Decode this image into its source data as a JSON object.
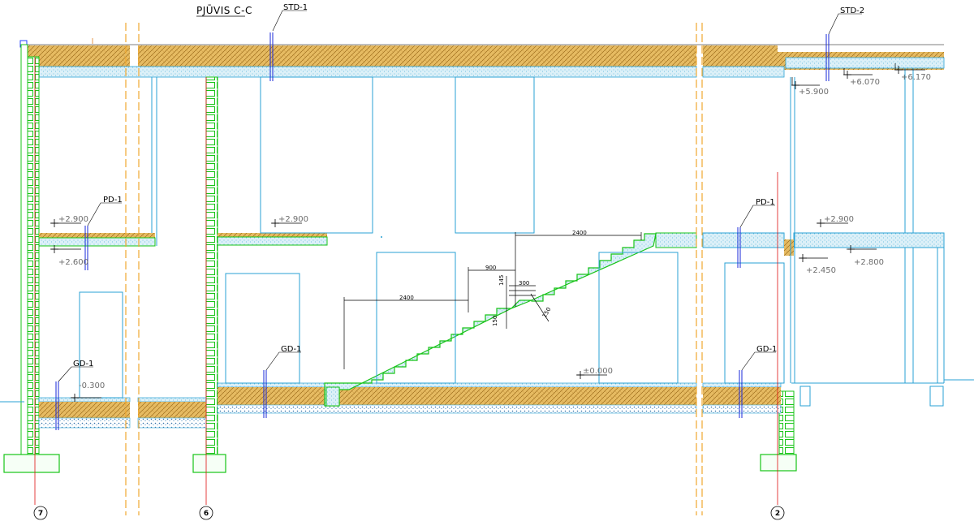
{
  "title": "PJŪVIS C-C",
  "section_tags": {
    "roof_left": "STD-1",
    "roof_right": "STD-2",
    "floor_left": "PD-1",
    "floor_right": "PD-1",
    "ground_left": "GD-1",
    "ground_mid": "GD-1",
    "ground_right": "GD-1"
  },
  "levels": {
    "l_2900_a": "+2.900",
    "l_2600": "+2.600",
    "l_2900_b": "+2.900",
    "l_2900_c": "+2.900",
    "l_2450": "+2.450",
    "l_2800": "+2.800",
    "l_5900": "+5.900",
    "l_6070": "+6.070",
    "l_6170": "+6.170",
    "l_neg300": "-0.300",
    "l_0": "±0.000"
  },
  "dimensions": {
    "upper_run": "2400",
    "lower_run": "2400",
    "landing": "900",
    "d_300": "300",
    "d_145": "145",
    "d_150_a": "150",
    "d_150_b": "150"
  },
  "axes": {
    "a7": "7",
    "a6": "6",
    "a2": "2"
  },
  "colors": {
    "insulation": "#e0b458",
    "slab": "#d8eef6",
    "wall_green": "#18c418",
    "line_blue": "#2aa2d4",
    "axis_red": "#e01010",
    "cut_orange": "#f0a830"
  }
}
